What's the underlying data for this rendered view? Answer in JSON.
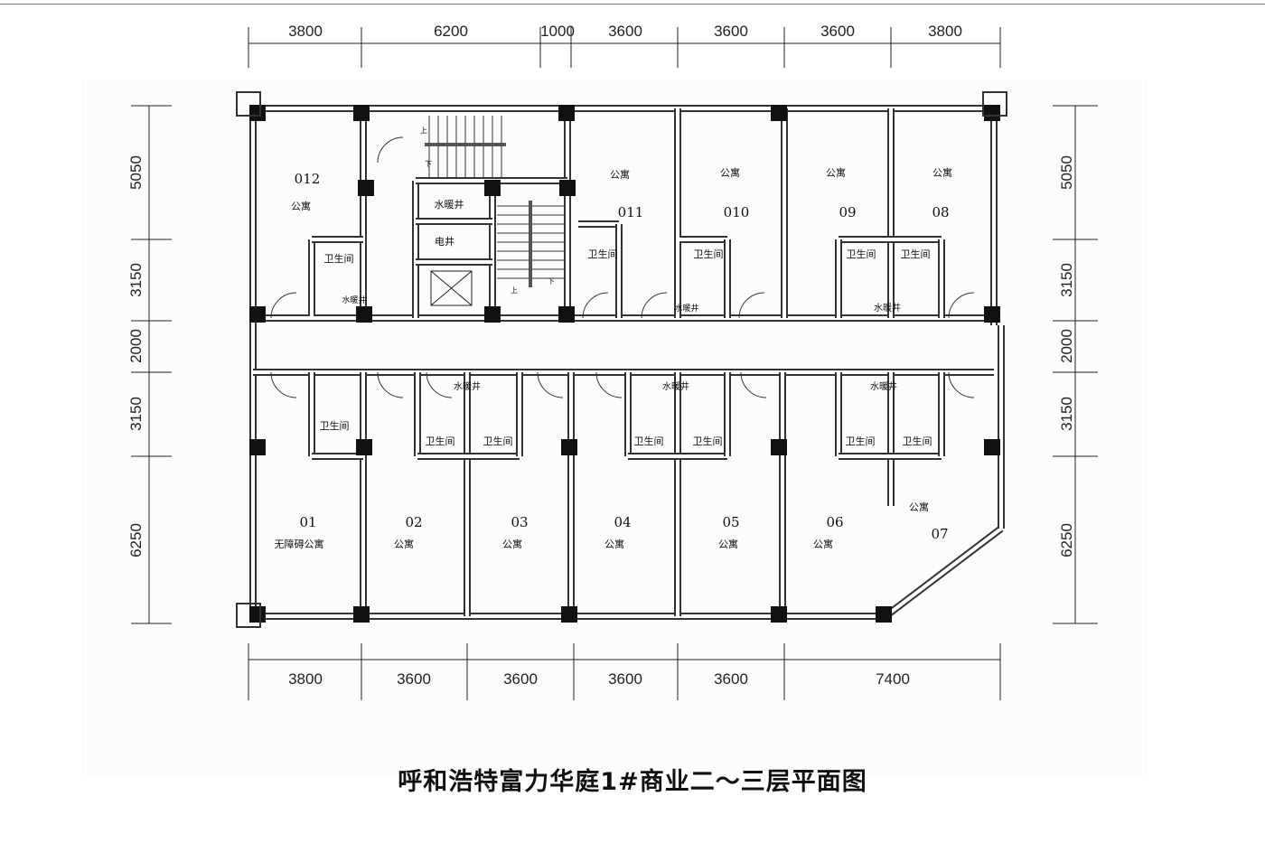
{
  "dimensions": {
    "top": [
      "3800",
      "6200",
      "1000",
      "3600",
      "3600",
      "3600",
      "3800"
    ],
    "bottom": [
      "3800",
      "3600",
      "3600",
      "3600",
      "3600",
      "7400"
    ],
    "left": [
      "5050",
      "3150",
      "2000",
      "3150",
      "6250"
    ],
    "right": [
      "5050",
      "3150",
      "2000",
      "3150",
      "6250"
    ]
  },
  "rooms": [
    {
      "number": "012",
      "type": "公寓"
    },
    {
      "number": "011",
      "type": "公寓"
    },
    {
      "number": "010",
      "type": "公寓"
    },
    {
      "number": "09",
      "type": "公寓"
    },
    {
      "number": "08",
      "type": "公寓"
    },
    {
      "number": "01",
      "type": "无障碍公寓"
    },
    {
      "number": "02",
      "type": "公寓"
    },
    {
      "number": "03",
      "type": "公寓"
    },
    {
      "number": "04",
      "type": "公寓"
    },
    {
      "number": "05",
      "type": "公寓"
    },
    {
      "number": "06",
      "type": "公寓"
    },
    {
      "number": "07",
      "type": "公寓"
    }
  ],
  "labels": {
    "bathroom": "卫生间",
    "water_shaft": "水暖井",
    "electric_shaft": "电井",
    "up": "上",
    "down": "下"
  },
  "title": "呼和浩特富力华庭1#商业二～三层平面图"
}
